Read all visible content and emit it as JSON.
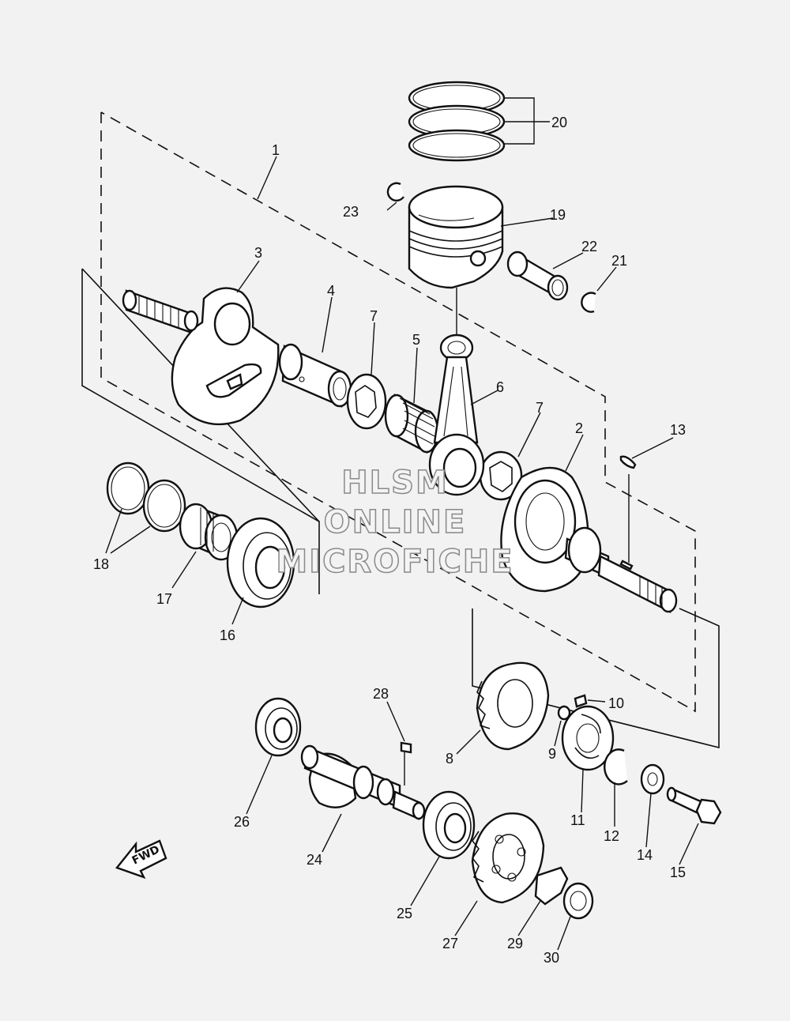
{
  "watermark": {
    "line1": "HLSM",
    "line2": "ONLINE",
    "line3": "MICROFICHE"
  },
  "fwd_arrow": {
    "label": "FWD"
  },
  "callouts": {
    "c1": "1",
    "c2": "2",
    "c3": "3",
    "c4": "4",
    "c5": "5",
    "c6": "6",
    "c7a": "7",
    "c7b": "7",
    "c8": "8",
    "c9": "9",
    "c10": "10",
    "c11": "11",
    "c12": "12",
    "c13": "13",
    "c14": "14",
    "c15": "15",
    "c16": "16",
    "c17": "17",
    "c18": "18",
    "c19": "19",
    "c20": "20",
    "c21": "21",
    "c22": "22",
    "c23": "23",
    "c24": "24",
    "c25": "25",
    "c26": "26",
    "c27": "27",
    "c28": "28",
    "c29": "29",
    "c30": "30"
  },
  "colors": {
    "line": "#111111",
    "paper": "#f2f2f2",
    "watermark_outline": "#8a8a8a"
  }
}
